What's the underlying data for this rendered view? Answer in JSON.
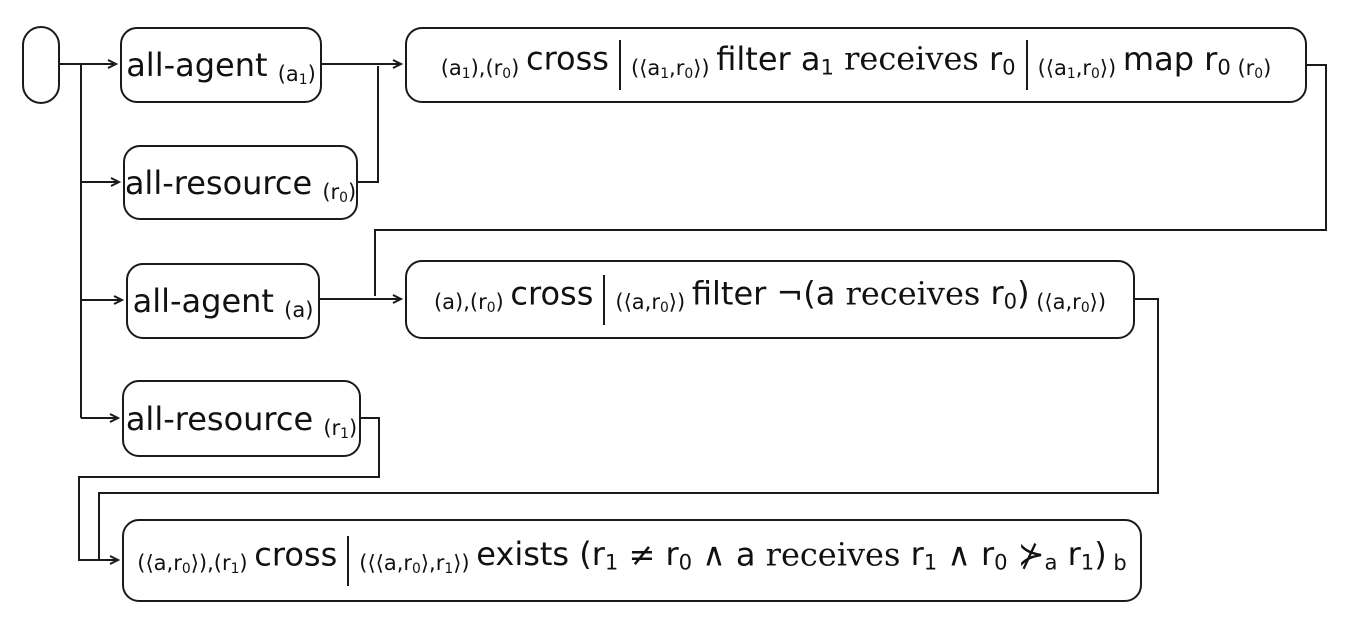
{
  "diagram": {
    "colors": {
      "stroke": "#1a1a1a",
      "background": "#ffffff",
      "text": "#111111"
    },
    "nodes": {
      "start": {
        "text": ""
      },
      "all_agent_a1": {
        "text": "all-agent (a₁)",
        "segments": [
          {
            "f": "label",
            "t": "all-agent "
          },
          {
            "f": "small",
            "t": "(a",
            "sub": "1"
          },
          {
            "f": "small",
            "t": ")"
          }
        ]
      },
      "all_resource_r0": {
        "text": "all-resource (r₀)",
        "segments": [
          {
            "f": "label",
            "t": "all-resource "
          },
          {
            "f": "small",
            "t": "(r",
            "sub": "0"
          },
          {
            "f": "small",
            "t": ")"
          }
        ]
      },
      "all_agent_a": {
        "text": "all-agent (a)",
        "segments": [
          {
            "f": "label",
            "t": "all-agent "
          },
          {
            "f": "small",
            "t": "(a)"
          }
        ]
      },
      "all_resource_r1": {
        "text": "all-resource (r₁)",
        "segments": [
          {
            "f": "label",
            "t": "all-resource "
          },
          {
            "f": "small",
            "t": "(r",
            "sub": "1"
          },
          {
            "f": "small",
            "t": ")"
          }
        ]
      },
      "cross_filter_map": {
        "text": "(a₁),(r₀) cross | (⟨a₁,r₀⟩) filter a₁ receives r₀ | (⟨a₁,r₀⟩) map r₀ (r₀)",
        "segments": [
          {
            "f": "small",
            "t": "(a",
            "sub": "1"
          },
          {
            "f": "small",
            "t": "),(r",
            "sub": "0"
          },
          {
            "f": "small",
            "t": ") "
          },
          {
            "f": "op",
            "t": "cross"
          },
          {
            "f": "bar"
          },
          {
            "f": "small",
            "t": "(⟨a",
            "sub": "1"
          },
          {
            "f": "small",
            "t": ",r",
            "sub": "0"
          },
          {
            "f": "small",
            "t": "⟩) "
          },
          {
            "f": "op",
            "t": "filter a",
            "sub": "1"
          },
          {
            "f": "serif",
            "t": " receives "
          },
          {
            "f": "op",
            "t": "r",
            "sub": "0"
          },
          {
            "f": "bar"
          },
          {
            "f": "small",
            "t": "(⟨a",
            "sub": "1"
          },
          {
            "f": "small",
            "t": ",r",
            "sub": "0"
          },
          {
            "f": "small",
            "t": "⟩) "
          },
          {
            "f": "op",
            "t": "map r",
            "sub": "0"
          },
          {
            "f": "small",
            "t": " (r",
            "sub": "0"
          },
          {
            "f": "small",
            "t": ")"
          }
        ]
      },
      "cross_filter_not": {
        "text": "(a),(r₀) cross | (⟨a,r₀⟩) filter ¬(a receives r₀) (⟨a,r₀⟩)",
        "segments": [
          {
            "f": "small",
            "t": "(a),(r",
            "sub": "0"
          },
          {
            "f": "small",
            "t": ") "
          },
          {
            "f": "op",
            "t": "cross"
          },
          {
            "f": "bar"
          },
          {
            "f": "small",
            "t": "(⟨a,r",
            "sub": "0"
          },
          {
            "f": "small",
            "t": "⟩) "
          },
          {
            "f": "op",
            "t": "filter ¬(a"
          },
          {
            "f": "serif",
            "t": " receives "
          },
          {
            "f": "op",
            "t": "r",
            "sub": "0"
          },
          {
            "f": "op",
            "t": ")"
          },
          {
            "f": "small",
            "t": " (⟨a,r",
            "sub": "0"
          },
          {
            "f": "small",
            "t": "⟩)"
          }
        ]
      },
      "cross_exists": {
        "text": "(⟨a,r₀⟩),(r₁) cross | (⟨⟨a,r₀⟩,r₁⟩) exists (r₁ ≠ r₀ ∧ a receives r₁ ∧ r₀ ⊁ₐ r₁) b",
        "segments": [
          {
            "f": "small",
            "t": "(⟨a,r",
            "sub": "0"
          },
          {
            "f": "small",
            "t": "⟩),(r",
            "sub": "1"
          },
          {
            "f": "small",
            "t": ") "
          },
          {
            "f": "op",
            "t": "cross"
          },
          {
            "f": "bar"
          },
          {
            "f": "small",
            "t": "(⟨⟨a,r",
            "sub": "0"
          },
          {
            "f": "small",
            "t": "⟩,r",
            "sub": "1"
          },
          {
            "f": "small",
            "t": "⟩) "
          },
          {
            "f": "op",
            "t": "exists (r",
            "sub": "1"
          },
          {
            "f": "serif",
            "t": " ≠ "
          },
          {
            "f": "op",
            "t": "r",
            "sub": "0"
          },
          {
            "f": "serif",
            "t": " ∧ "
          },
          {
            "f": "op",
            "t": "a"
          },
          {
            "f": "serif",
            "t": " receives "
          },
          {
            "f": "op",
            "t": "r",
            "sub": "1"
          },
          {
            "f": "serif",
            "t": " ∧ "
          },
          {
            "f": "op",
            "t": "r",
            "sub": "0"
          },
          {
            "f": "serif",
            "t": " ⊁",
            "sub": "a"
          },
          {
            "f": "op",
            "t": " r",
            "sub": "1"
          },
          {
            "f": "op",
            "t": ")"
          },
          {
            "f": "small",
            "t": " b"
          }
        ]
      }
    }
  }
}
